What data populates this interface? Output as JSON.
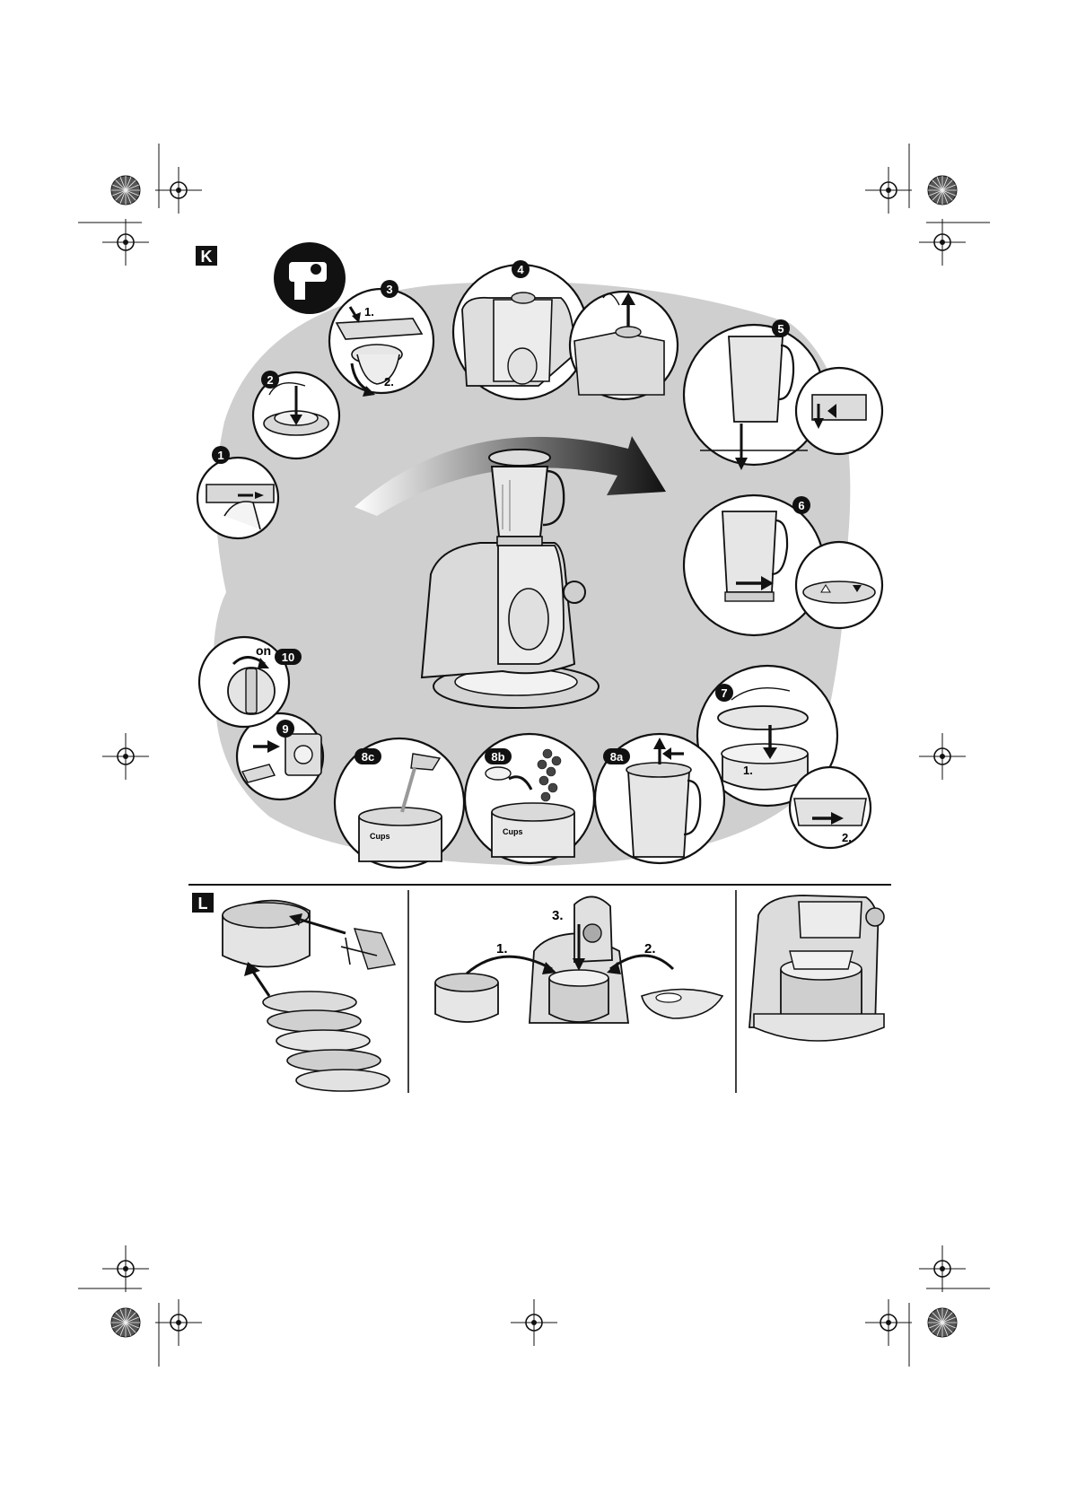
{
  "sections": {
    "k": {
      "label": "K"
    },
    "l": {
      "label": "L"
    }
  },
  "steps": [
    {
      "id": "1",
      "label": "1"
    },
    {
      "id": "2",
      "label": "2"
    },
    {
      "id": "3",
      "label": "3"
    },
    {
      "id": "4",
      "label": "4"
    },
    {
      "id": "5",
      "label": "5"
    },
    {
      "id": "6",
      "label": "6"
    },
    {
      "id": "7",
      "label": "7"
    },
    {
      "id": "8a",
      "label": "8a"
    },
    {
      "id": "8b",
      "label": "8b"
    },
    {
      "id": "8c",
      "label": "8c"
    },
    {
      "id": "9",
      "label": "9"
    },
    {
      "id": "10",
      "label": "10"
    }
  ],
  "annotations": {
    "step3_first": "1.",
    "step3_second": "2.",
    "step7_first": "1.",
    "step7_second": "2.",
    "step10_on": "on",
    "cup_label": "Cups",
    "l_first": "1.",
    "l_second": "2.",
    "l_third": "3."
  },
  "colors": {
    "ink": "#111111",
    "shadow_band": "#c9c9c9",
    "appliance_fill": "#dedede",
    "glass_fill": "#e9e9e9"
  }
}
